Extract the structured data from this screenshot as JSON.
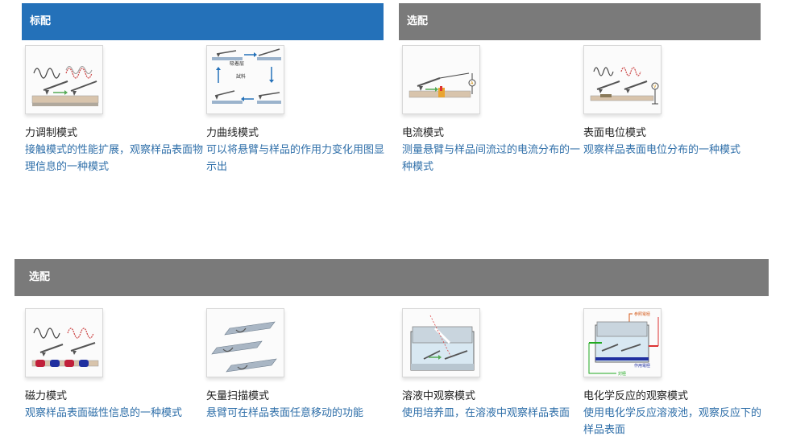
{
  "sections": [
    {
      "label": "标配"
    },
    {
      "label": "选配"
    },
    {
      "label": "选配"
    }
  ],
  "cards": [
    {
      "title": "力调制模式",
      "desc": "接触模式的性能扩展，观察样品表面物理信息的一种模式",
      "icon": "force-modulation-icon"
    },
    {
      "title": "力曲线模式",
      "desc": "可以将悬臂与样品的作用力变化用图显示出",
      "icon": "force-curve-icon",
      "labels": {
        "adsorb": "吸着层",
        "sample": "試料"
      }
    },
    {
      "title": "电流模式",
      "desc": "测量悬臂与样品间流过的电流分布的一种模式",
      "icon": "current-mode-icon"
    },
    {
      "title": "表面电位模式",
      "desc": "观察样品表面电位分布的一种模式",
      "icon": "surface-potential-icon"
    },
    {
      "title": "磁力模式",
      "desc": "观察样品表面磁性信息的一种模式",
      "icon": "magnetic-mode-icon"
    },
    {
      "title": "矢量扫描模式",
      "desc": "悬臂可在样品表面任意移动的功能",
      "icon": "vector-scan-icon"
    },
    {
      "title": "溶液中观察模式",
      "desc": "使用培养皿，在溶液中观察样品表面",
      "icon": "liquid-observation-icon"
    },
    {
      "title": "电化学反应的观察模式",
      "desc": "使用电化学反应溶液池，观察反应下的样品表面",
      "icon": "electrochemistry-icon",
      "labels": {
        "reference": "参照電極",
        "working": "作用電極",
        "counter": "対極"
      }
    }
  ],
  "colors": {
    "blue_header": "#2471b9",
    "gray_header": "#7a7a7a",
    "desc_text": "#2f6fa9",
    "title_text": "#222222"
  }
}
